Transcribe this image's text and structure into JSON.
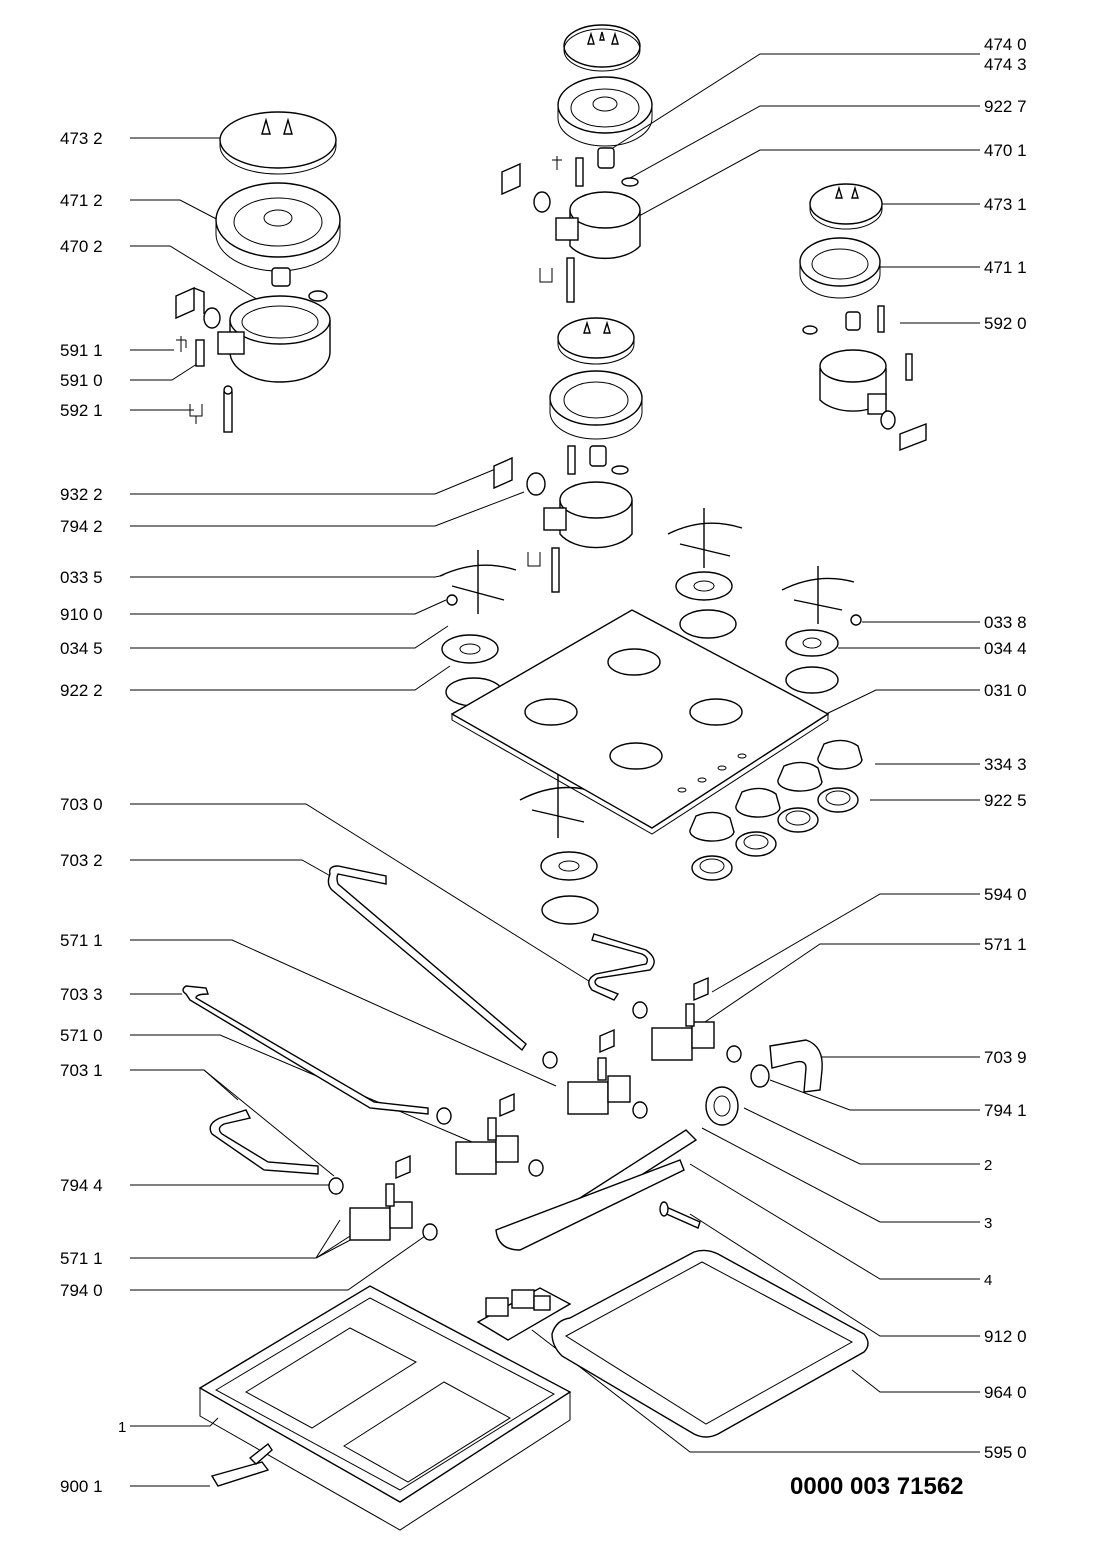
{
  "diagram": {
    "document_number": "0000 003 71562",
    "labels_left": [
      "473 2",
      "471 2",
      "470 2",
      "591 1",
      "591 0",
      "592 1",
      "932 2",
      "794 2",
      "033 5",
      "910 0",
      "034 5",
      "922 2",
      "703 0",
      "703 2",
      "571 1",
      "703 3",
      "571 0",
      "703 1",
      "794 4",
      "571 1",
      "794 0",
      "1",
      "900 1"
    ],
    "labels_right": [
      "474 0",
      "474 3",
      "922 7",
      "470 1",
      "473 1",
      "471 1",
      "592 0",
      "033 8",
      "034 4",
      "031 0",
      "334 3",
      "922 5",
      "594 0",
      "571 1",
      "703 9",
      "794 1",
      "2",
      "3",
      "4",
      "912 0",
      "964 0",
      "595 0"
    ]
  }
}
